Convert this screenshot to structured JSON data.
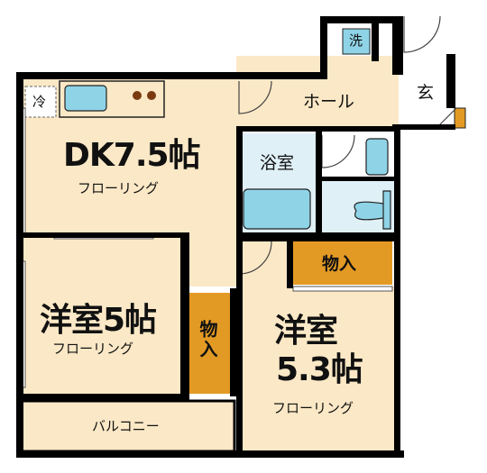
{
  "rooms": {
    "dk": {
      "name": "DK7.5帖",
      "floor": "フローリング"
    },
    "western1": {
      "name": "洋室5帖",
      "floor": "フローリング"
    },
    "western2": {
      "name_line1": "洋室",
      "name_line2": "5.3帖",
      "floor": "フローリング"
    },
    "bath": {
      "name": "浴室"
    },
    "hall": {
      "name": "ホール"
    },
    "entrance": {
      "name": "玄"
    },
    "balcony": {
      "name": "バルコニー"
    },
    "storage_top": {
      "name": "物入"
    },
    "storage_side": {
      "name": "物入"
    }
  },
  "symbols": {
    "fridge": "冷",
    "washer": "洗"
  },
  "colors": {
    "wall": "#000000",
    "floor": "#fbe8c6",
    "wet": "#dff0f7",
    "fixture": "#8fd3e6",
    "storage": "#e39a24",
    "entrance": "#ffffff"
  }
}
